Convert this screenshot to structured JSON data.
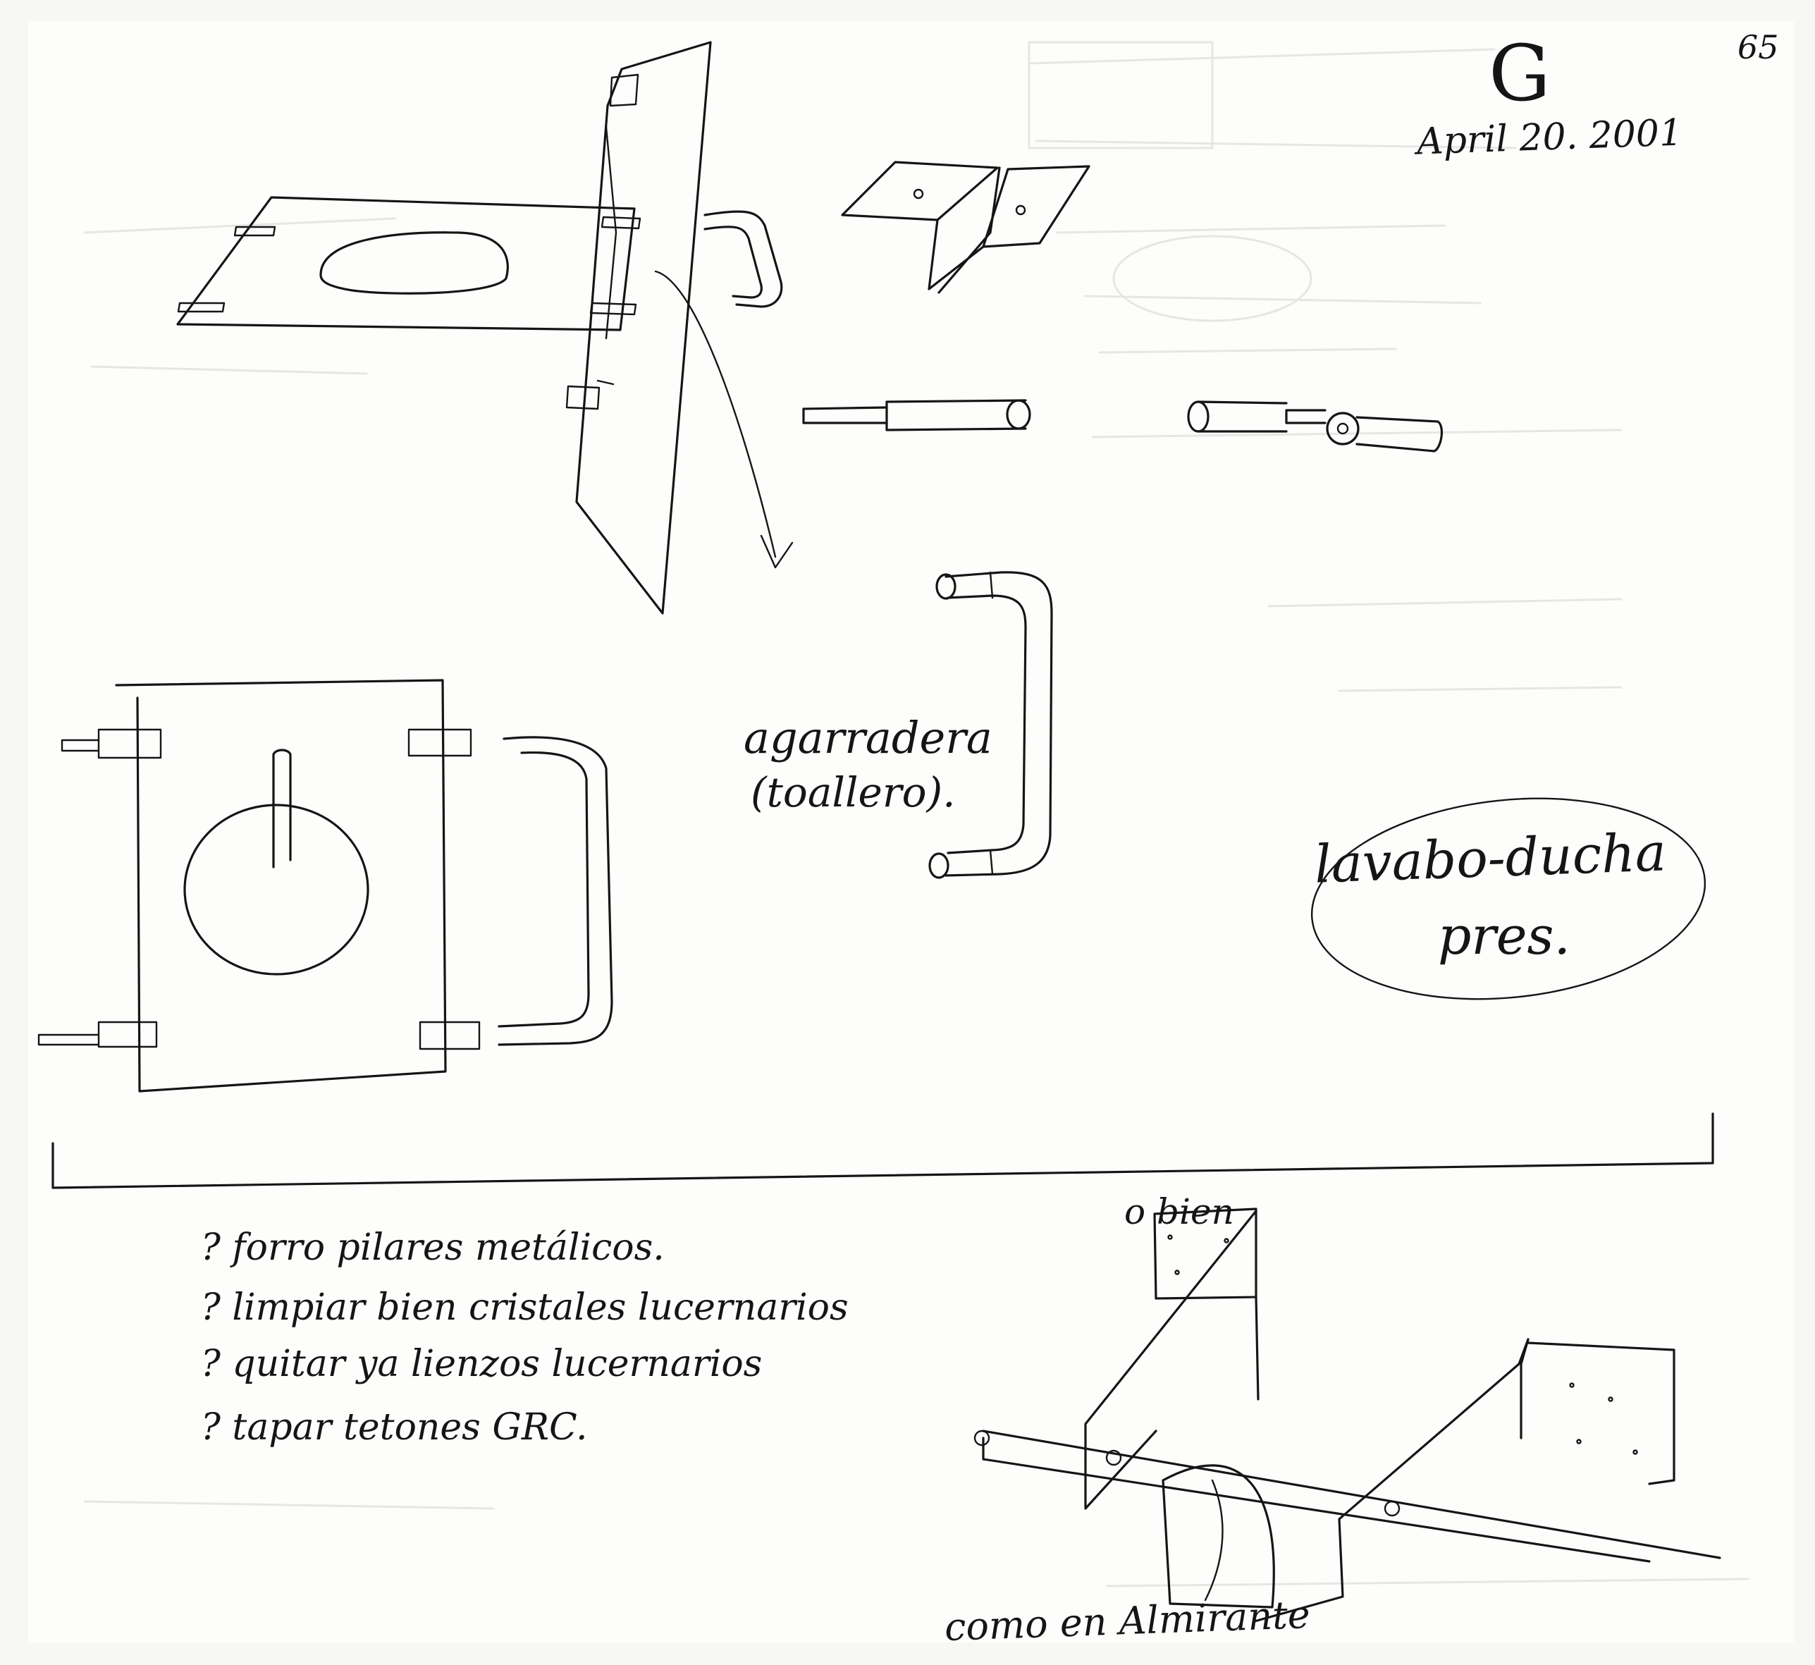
{
  "header": {
    "letter": "G",
    "page_number": "65",
    "date": "April 20. 2001"
  },
  "labels": {
    "towel_rail": "agarradera",
    "towel_rail_alt": "(toallero).",
    "encircled_note_line1": "lavabo-ducha",
    "encircled_note_line2": "pres.",
    "alternative": "o bien",
    "reference": "como en Almirante"
  },
  "todo": {
    "items": [
      {
        "bullet": "?",
        "text": "forro pilares metálicos."
      },
      {
        "bullet": "?",
        "text": "limpiar bien cristales lucernarios"
      },
      {
        "bullet": "?",
        "text": "quitar ya lienzos lucernarios"
      },
      {
        "bullet": "?",
        "text": "tapar tetones GRC."
      }
    ]
  },
  "icons": {
    "sketch_mirror_plate": "wall-plate-sketch-icon",
    "sketch_grab_bar": "grab-bar-sketch-icon",
    "sketch_bracket": "angle-bracket-sketch-icon",
    "sketch_tube": "tube-fitting-sketch-icon",
    "sketch_fold": "folded-plate-sketch-icon"
  },
  "ink_color": "#151515",
  "paper_color": "#fdfdfc"
}
